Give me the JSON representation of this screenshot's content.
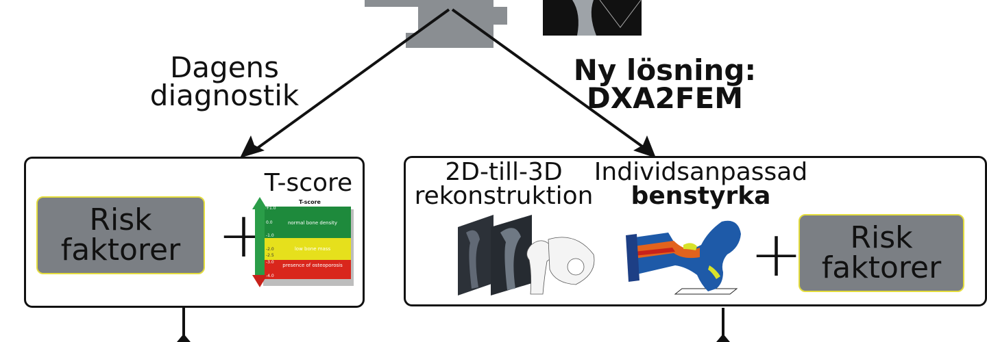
{
  "top_branch_label_left": [
    "Dagens",
    "diagnostik"
  ],
  "top_branch_label_right": [
    "Ny lösning:",
    "DXA2FEM"
  ],
  "left_box": {
    "risk_box": [
      "Risk",
      "faktorer"
    ],
    "plus": "+",
    "tscore_title": "T-score",
    "tscore_chart": {
      "title": "T-score",
      "ticks": [
        "+1.0",
        "0.0",
        "-1.0",
        "-2.0",
        "-2.5",
        "-3.0",
        "-4.0"
      ],
      "bands": [
        "normal bone density",
        "low bone mass",
        "presence of osteoporosis"
      ],
      "colors": [
        "#1e8a3c",
        "#e6e01c",
        "#d9261c"
      ]
    }
  },
  "right_box": {
    "recon_label": [
      "2D-till-3D",
      "rekonstruktion"
    ],
    "strength_label": [
      "Individsanpassad",
      "benstyrka"
    ],
    "plus": "+",
    "risk_box": [
      "Risk",
      "faktorer"
    ]
  }
}
